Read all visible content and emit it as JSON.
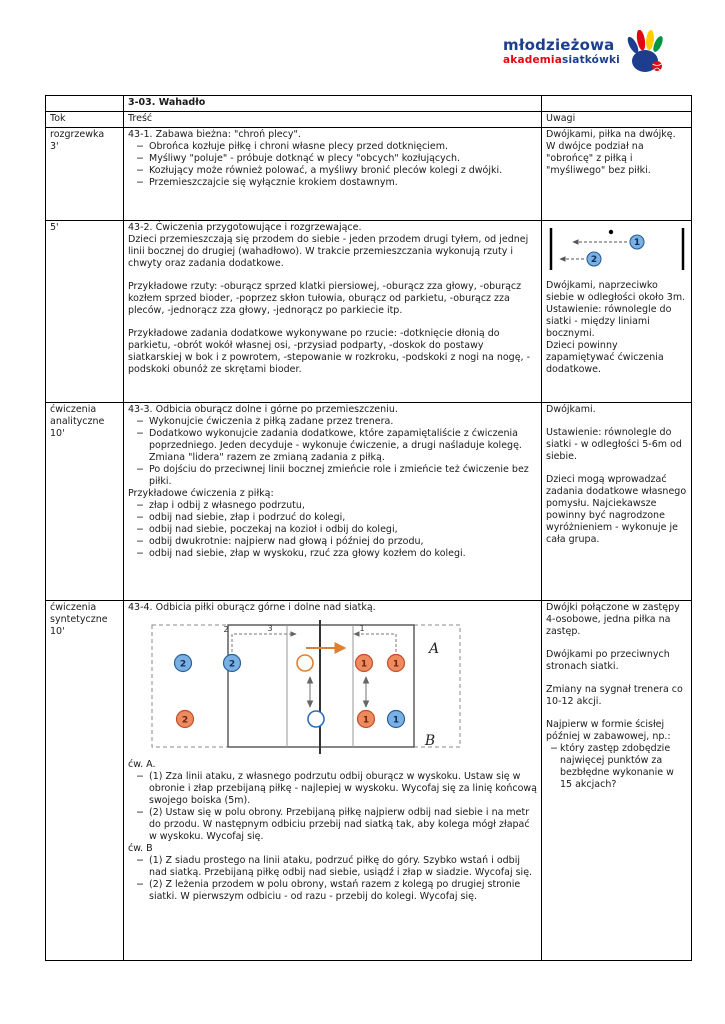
{
  "logo": {
    "title": "młodzieżowa",
    "sub_red": "akademia",
    "sub_blue": "siatkówki"
  },
  "colors": {
    "logo_blue": "#1d3d8f",
    "logo_red": "#e30613",
    "logo_yellow": "#ffcc00",
    "logo_green": "#009640",
    "ball_blue": "#7ab0e2",
    "ball_blue_stroke": "#2a6099",
    "ball_orange": "#ed8a5f",
    "ball_orange_stroke": "#c0502a"
  },
  "doc": {
    "title": "3-03. Wahadło",
    "bullet_glyph": "−",
    "headers": {
      "tok": "Tok",
      "tresc": "Treść",
      "uwagi": "Uwagi"
    },
    "rows": [
      {
        "tok": "rozgrzewka\n3'",
        "content": [
          {
            "t": "p",
            "text": "43-1. Zabawa bieżna: \"chroń plecy\"."
          },
          {
            "t": "li",
            "text": "Obrońca kozłuje piłkę i chroni własne plecy przed dotknięciem."
          },
          {
            "t": "li",
            "text": "Myśliwy \"poluje\" - próbuje dotknąć w plecy \"obcych\" kozłujących."
          },
          {
            "t": "li",
            "text": "Kozłujący może również polować, a myśliwy bronić pleców kolegi z dwójki."
          },
          {
            "t": "li",
            "text": "Przemieszczajcie się wyłącznie krokiem dostawnym."
          }
        ],
        "uwagi": [
          {
            "t": "p",
            "text": "Dwójkami, piłka na dwójkę."
          },
          {
            "t": "p",
            "text": "W dwójce podział na \"obrońcę\" z piłką i \"myśliwego\" bez piłki."
          }
        ]
      },
      {
        "tok": "5'",
        "content": [
          {
            "t": "p",
            "text": "43-2. Ćwiczenia przygotowujące i rozgrzewające."
          },
          {
            "t": "p",
            "text": "Dzieci przemieszczają się przodem do siebie - jeden przodem drugi tyłem, od jednej linii bocznej do drugiej (wahadłowo). W trakcie przemieszczania wykonują rzuty i chwyty oraz zadania dodatkowe."
          },
          {
            "t": "gap"
          },
          {
            "t": "p",
            "text": "Przykładowe rzuty: -oburącz sprzed klatki piersiowej, -oburącz zza głowy, -oburącz kozłem sprzed bioder, -poprzez skłon tułowia, oburącz od parkietu, -oburącz zza pleców, -jednorącz zza głowy, -jednorącz po parkiecie itp."
          },
          {
            "t": "gap"
          },
          {
            "t": "p",
            "text": "Przykładowe zadania dodatkowe wykonywane po rzucie: -dotknięcie dłonią do parkietu, -obrót wokół własnej osi, -przysiad podparty, -doskok do postawy siatkarskiej w bok i z powrotem, -stepowanie w rozkroku, -podskoki z nogi na nogę, -podskoki obunóż ze skrętami bioder."
          }
        ],
        "uwagi": [
          {
            "t": "p",
            "text": "Dwójkami, naprzeciwko siebie w odległości około 3m."
          },
          {
            "t": "p",
            "text": "Ustawienie: równolegle do siatki - między liniami bocznymi."
          },
          {
            "t": "p",
            "text": "Dzieci powinny zapamiętywać ćwiczenia dodatkowe."
          }
        ]
      },
      {
        "tok": "ćwiczenia\nanalityczne\n10'",
        "content": [
          {
            "t": "p",
            "text": "43-3. Odbicia oburącz dolne i górne po przemieszczeniu."
          },
          {
            "t": "li",
            "text": "Wykonujcie ćwiczenia z piłką zadane przez trenera."
          },
          {
            "t": "li",
            "text": "Dodatkowo wykonujcie zadania dodatkowe, które zapamiętaliście z ćwiczenia poprzedniego. Jeden decyduje - wykonuje ćwiczenie, a drugi naśladuje kolegę. Zmiana \"lidera\" razem ze zmianą zadania z piłką."
          },
          {
            "t": "li",
            "text": "Po dojściu do przeciwnej linii bocznej zmieńcie role i zmieńcie też ćwiczenie bez piłki."
          },
          {
            "t": "p",
            "text": "Przykładowe ćwiczenia z piłką:"
          },
          {
            "t": "li",
            "text": "złap i odbij z własnego podrzutu,"
          },
          {
            "t": "li",
            "text": "odbij nad siebie, złap i podrzuć do kolegi,"
          },
          {
            "t": "li",
            "text": "odbij nad siebie, poczekaj na kozioł i odbij do kolegi,"
          },
          {
            "t": "li",
            "text": "odbij dwukrotnie: najpierw nad głową i później do przodu,"
          },
          {
            "t": "li",
            "text": "odbij nad siebie, złap w wyskoku, rzuć zza głowy kozłem do kolegi."
          }
        ],
        "uwagi": [
          {
            "t": "p",
            "text": "Dwójkami."
          },
          {
            "t": "gap"
          },
          {
            "t": "p",
            "text": "Ustawienie: równolegle do siatki - w odległości 5-6m od siebie."
          },
          {
            "t": "gap"
          },
          {
            "t": "p",
            "text": "Dzieci mogą wprowadzać zadania dodatkowe własnego pomysłu. Najciekawsze powinny być nagrodzone wyróżnieniem - wykonuje je cała grupa."
          }
        ]
      },
      {
        "tok": "ćwiczenia\nsyntetyczne\n10'",
        "content": [
          {
            "t": "p",
            "text": "43-4. Odbicia piłki oburącz górne i dolne nad siatką."
          }
        ],
        "content2": [
          {
            "t": "p",
            "text": "ćw. A."
          },
          {
            "t": "li",
            "text": "(1) Zza linii ataku, z własnego podrzutu odbij oburącz w wyskoku. Ustaw się w obronie i złap przebijaną piłkę - najlepiej w wyskoku. Wycofaj się za linię końcową swojego boiska (5m)."
          },
          {
            "t": "li",
            "text": "(2) Ustaw się w polu obrony. Przebijaną piłkę najpierw odbij nad siebie i na metr do przodu. W następnym odbiciu przebij nad siatką tak, aby kolega mógł złapać w wyskoku. Wycofaj się."
          },
          {
            "t": "p",
            "text": "ćw. B"
          },
          {
            "t": "li",
            "text": "(1) Z siadu prostego na linii ataku, podrzuć piłkę do góry. Szybko wstań i odbij nad siatką. Przebijaną piłkę odbij nad siebie, usiądź i złap w siadzie. Wycofaj się."
          },
          {
            "t": "li",
            "text": "(2) Z leżenia przodem w polu obrony, wstań razem z kolegą po drugiej stronie siatki. W pierwszym odbiciu - od razu - przebij do kolegi. Wycofaj się."
          }
        ],
        "uwagi": [
          {
            "t": "p",
            "text": "Dwójki połączone w zastępy 4-osobowe, jedna piłka na zastęp."
          },
          {
            "t": "gap"
          },
          {
            "t": "p",
            "text": "Dwójkami po przeciwnych stronach siatki."
          },
          {
            "t": "gap"
          },
          {
            "t": "p",
            "text": "Zmiany na sygnał trenera co 10-12 akcji."
          },
          {
            "t": "gap"
          },
          {
            "t": "p",
            "text": "Najpierw w formie ścisłej później w zabawowej, np.:"
          },
          {
            "t": "li",
            "text": "który zastęp zdobędzie najwięcej punktów za bezbłędne wykonanie w 15 akcjach?"
          }
        ]
      }
    ]
  },
  "pendulum": {
    "ball_top": "1",
    "ball_bottom": "2"
  },
  "court": {
    "label_a": "A",
    "label_b": "B",
    "path_label_1": "1",
    "path_label_2": "2",
    "path_label_3": "3",
    "balls": {
      "top_blue_1": "2",
      "top_blue_2": "2",
      "top_orange_1": "1",
      "top_orange_2": "1",
      "bottom_orange_1": "2",
      "bottom_orange_2": "1",
      "bottom_blue_1": "1"
    }
  }
}
